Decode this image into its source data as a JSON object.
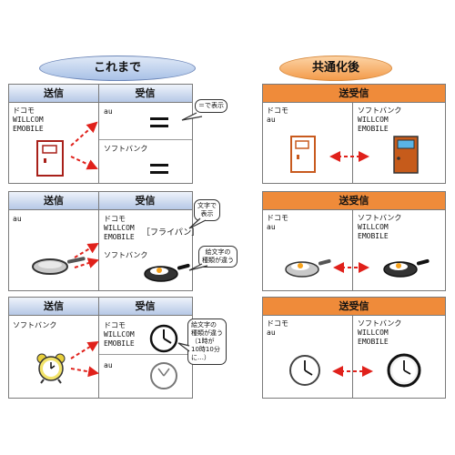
{
  "headers": {
    "left_title": "これまで",
    "right_title": "共通化後"
  },
  "left_rows": [
    {
      "send_header": "送信",
      "recv_header": "受信",
      "sender": "ドコモ\nWILLCOM\nEMOBILE",
      "recv_top": "au",
      "recv_bottom": "ソフトバンク",
      "bubble": "＝で表示",
      "icon": "door-icon",
      "recv_top_icon": "equals-icon",
      "recv_bottom_icon": "equals-icon"
    },
    {
      "send_header": "送信",
      "recv_header": "受信",
      "sender": "au",
      "recv_top": "ドコモ\nWILLCOM\nEMOBILE",
      "recv_top_extra": "［フライパン］",
      "recv_bottom": "ソフトバンク",
      "bubble_top": "文字で\n表示",
      "bubble_bottom": "絵文字の\n種類が違う",
      "icon": "frying-pan-icon",
      "recv_bottom_icon": "fried-egg-pan-icon"
    },
    {
      "send_header": "送信",
      "recv_header": "受信",
      "sender": "ソフトバンク",
      "recv_top": "ドコモ\nWILLCOM\nEMOBILE",
      "recv_bottom": "au",
      "bubble": "絵文字の\n種類が違う\n（1時が\n10時10分\nに…）",
      "icon": "alarm-clock-icon",
      "recv_top_icon": "clock-icon",
      "recv_bottom_icon": "clock-icon"
    }
  ],
  "right_rows": [
    {
      "header": "送受信",
      "left": "ドコモ\nau",
      "right": "ソフトバンク\nWILLCOM\nEMOBILE",
      "icon": "door-icon"
    },
    {
      "header": "送受信",
      "left": "ドコモ\nau",
      "right": "ソフトバンク\nWILLCOM\nEMOBILE",
      "icon": "fried-egg-pan-icon"
    },
    {
      "header": "送受信",
      "left": "ドコモ\nau",
      "right": "ソフトバンク\nWILLCOM\nEMOBILE",
      "icon": "clock-icon"
    }
  ],
  "colors": {
    "arrow": "#e0211b",
    "orange": "#ef8b3a",
    "blue_header": "#b6c8e6"
  }
}
